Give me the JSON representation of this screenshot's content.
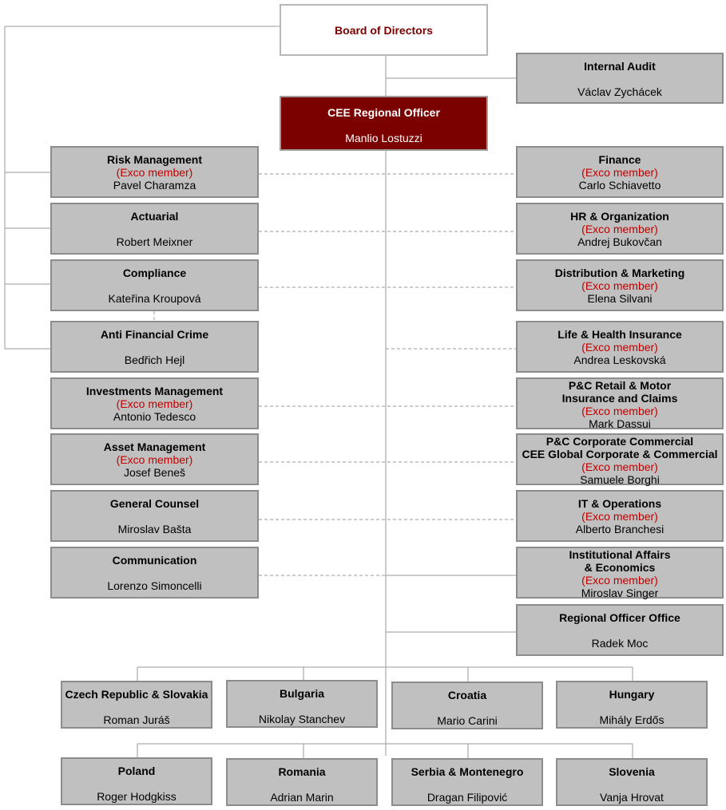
{
  "exco_label": "(Exco member)",
  "board": {
    "title": "Board of Directors"
  },
  "ceo": {
    "title": "CEE Regional Officer",
    "name": "Manlio Lostuzzi"
  },
  "internal_audit": {
    "title": "Internal Audit",
    "name": "Václav Zychácek"
  },
  "left_units": [
    {
      "title": "Risk Management",
      "exco": true,
      "name": "Pavel Charamza"
    },
    {
      "title": "Actuarial",
      "exco": false,
      "name": "Robert Meixner"
    },
    {
      "title": "Compliance",
      "exco": false,
      "name": "Kateřina Kroupová"
    },
    {
      "title": "Anti Financial Crime",
      "exco": false,
      "name": "Bedřich Hejl"
    },
    {
      "title": "Investments Management",
      "exco": true,
      "name": "Antonio Tedesco"
    },
    {
      "title": "Asset Management",
      "exco": true,
      "name": "Josef Beneš"
    },
    {
      "title": "General Counsel",
      "exco": false,
      "name": "Miroslav Bašta"
    },
    {
      "title": "Communication",
      "exco": false,
      "name": "Lorenzo Simoncelli"
    }
  ],
  "right_units": [
    {
      "title": "Finance",
      "exco": true,
      "name": "Carlo Schiavetto"
    },
    {
      "title": "HR & Organization",
      "exco": true,
      "name": "Andrej Bukovčan"
    },
    {
      "title": "Distribution & Marketing",
      "exco": true,
      "name": "Elena Silvani"
    },
    {
      "title": "Life & Health Insurance",
      "exco": true,
      "name": "Andrea Leskovská"
    },
    {
      "title": "P&C Retail & Motor Insurance and Claims",
      "exco": true,
      "name": "Mark Dassui"
    },
    {
      "title": "P&C Corporate Commercial CEE Global Corporate & Commercial",
      "exco": true,
      "name": "Samuele Borghi"
    },
    {
      "title": "IT & Operations",
      "exco": true,
      "name": "Alberto Branchesi"
    },
    {
      "title": "Institutional Affairs & Economics",
      "exco": true,
      "name": "Miroslav Singer"
    },
    {
      "title": "Regional Officer Office",
      "exco": false,
      "name": "Radek Moc"
    }
  ],
  "countries_row1": [
    {
      "title": "Czech Republic & Slovakia",
      "name": "Roman Juráš"
    },
    {
      "title": "Bulgaria",
      "name": "Nikolay Stanchev"
    },
    {
      "title": "Croatia",
      "name": "Mario Carini"
    },
    {
      "title": "Hungary",
      "name": "Mihály Erdős"
    }
  ],
  "countries_row2": [
    {
      "title": "Poland",
      "name": "Roger Hodgkiss"
    },
    {
      "title": "Romania",
      "name": "Adrian Marin"
    },
    {
      "title": "Serbia & Montenegro",
      "name": "Dragan Filipović"
    },
    {
      "title": "Slovenia",
      "name": "Vanja Hrovat"
    }
  ]
}
